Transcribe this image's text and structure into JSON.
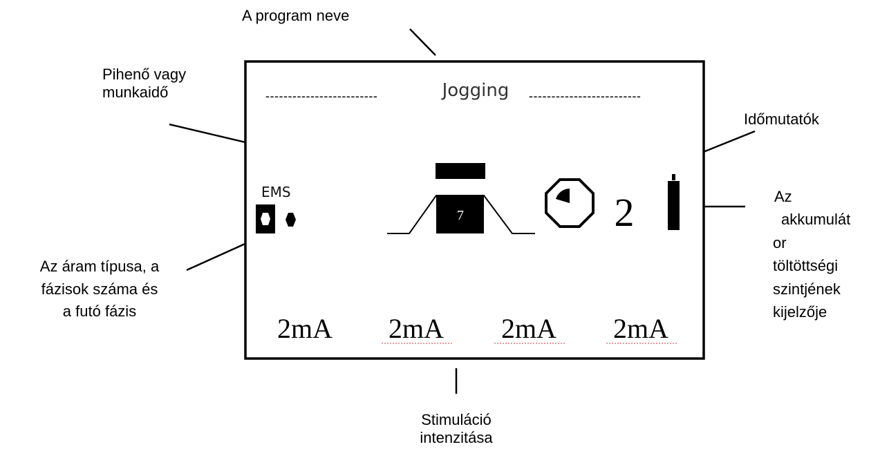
{
  "callouts": {
    "program_name": "A program neve",
    "rest_work_time_line1": "Pihenő vagy",
    "rest_work_time_line2": "munkaidő",
    "timers": "Időmutatók",
    "current_type_line1": "Az áram típusa, a",
    "current_type_line2": "fázisok száma és",
    "current_type_line3": "a futó fázis",
    "battery_line1": "Az",
    "battery_line2": "akkumulát",
    "battery_line3": "or",
    "battery_line4": "töltöttségi",
    "battery_line5": "szintjének",
    "battery_line6": "kijelzője",
    "intensity_line1": "Stimuláció",
    "intensity_line2": "intenzitása"
  },
  "screen": {
    "dashes_left": "-------------------------",
    "program_title": "Jogging",
    "dashes_right": "-------------------------",
    "mode_label": "EMS",
    "phase_number": "7",
    "timer_value": "2",
    "intensities": [
      "2mA",
      "2mA",
      "2mA",
      "2mA"
    ]
  },
  "colors": {
    "foreground": "#000000",
    "background": "#ffffff",
    "spellcheck_underline": "#e05a5a"
  },
  "icons": [
    "current-type-icon",
    "phase-indicator-icon",
    "trapezoid-wave-icon",
    "work-bar-icon",
    "octagon-timer-icon",
    "battery-icon"
  ]
}
